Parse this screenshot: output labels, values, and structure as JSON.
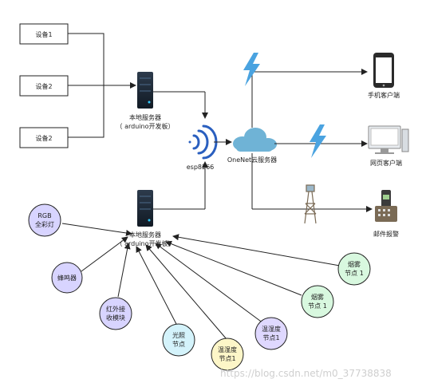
{
  "devices": [
    "设备1",
    "设备2",
    "设备2"
  ],
  "server_top": {
    "line1": "本地服务器",
    "line2": "（ arduino开发板）"
  },
  "server_bottom": {
    "line1": "本地服务器",
    "line2": "（ arduino开发板）"
  },
  "wifi_label": "esp8266",
  "cloud_label": "OneNet云服务器",
  "phone_label": "手机客户端",
  "web_label": "网页客户端",
  "mail_label": "邮件报警",
  "sensors": [
    {
      "l1": "RGB",
      "l2": "全彩灯",
      "color": "#d8d4ff"
    },
    {
      "l1": "蜂鸣器",
      "l2": "",
      "color": "#d8d4ff"
    },
    {
      "l1": "红外接",
      "l2": "收模块",
      "color": "#d8d4ff"
    },
    {
      "l1": "光照",
      "l2": "节点",
      "color": "#d4f3fb"
    },
    {
      "l1": "温湿度",
      "l2": "节点1",
      "color": "#fdf6c8"
    },
    {
      "l1": "温湿度",
      "l2": "节点1",
      "color": "#dfd8ff"
    },
    {
      "l1": "烟雾",
      "l2": "节点 1",
      "color": "#d8f8df"
    },
    {
      "l1": "烟雾",
      "l2": "节点 1",
      "color": "#d8f8df"
    }
  ],
  "watermark": "https://blog.csdn.net/m0_37738838",
  "colors": {
    "line": "#222222",
    "bolt": "#4aa3e0",
    "cloud": "#6fb3d6",
    "wifi": "#2a5fbf"
  }
}
